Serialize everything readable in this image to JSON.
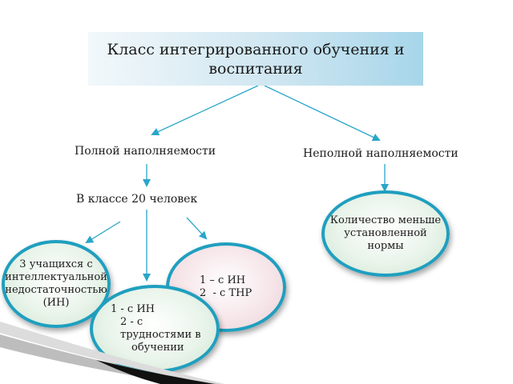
{
  "header": {
    "title": "Класс интегрированного обучения и воспитания"
  },
  "branches": {
    "full": "Полной наполняемости",
    "partial": "Неполной наполняемости",
    "class_size": "В классе 20 человек"
  },
  "nodes": {
    "intellectual": [
      "3 учащихся с",
      "интеллектуальной",
      "недостаточностью",
      "(ИН)"
    ],
    "in_thr": [
      "1 – с ИН",
      "2  - с ТНР"
    ],
    "in_learning": [
      "1 - с ИН",
      "2 - с трудностями в",
      "обучении"
    ],
    "fewer": [
      "Количество меньше",
      "установленной",
      "нормы"
    ]
  },
  "colors": {
    "connector": "#2aa6c9",
    "node_border": "#1f9fbf",
    "header_gradient_end": "#a7d6ea"
  }
}
